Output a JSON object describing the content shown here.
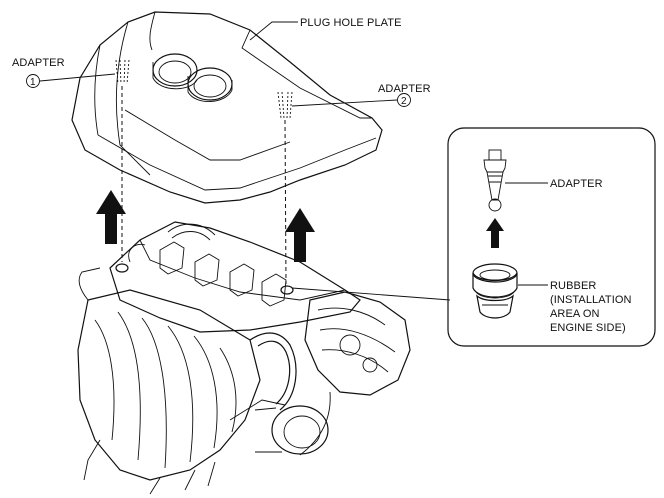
{
  "labels": {
    "plug_hole_plate": "PLUG HOLE PLATE",
    "adapter_1": "ADAPTER",
    "adapter_2": "ADAPTER",
    "detail_adapter": "ADAPTER",
    "rubber": [
      "RUBBER",
      "(INSTALLATION",
      "AREA ON",
      "ENGINE SIDE)"
    ]
  },
  "callouts": {
    "one": "1",
    "two": "2"
  },
  "icons": [
    "up-arrow-icon",
    "up-arrow-icon",
    "up-arrow-icon"
  ],
  "colors": {
    "ink": "#111111",
    "background": "#ffffff"
  }
}
